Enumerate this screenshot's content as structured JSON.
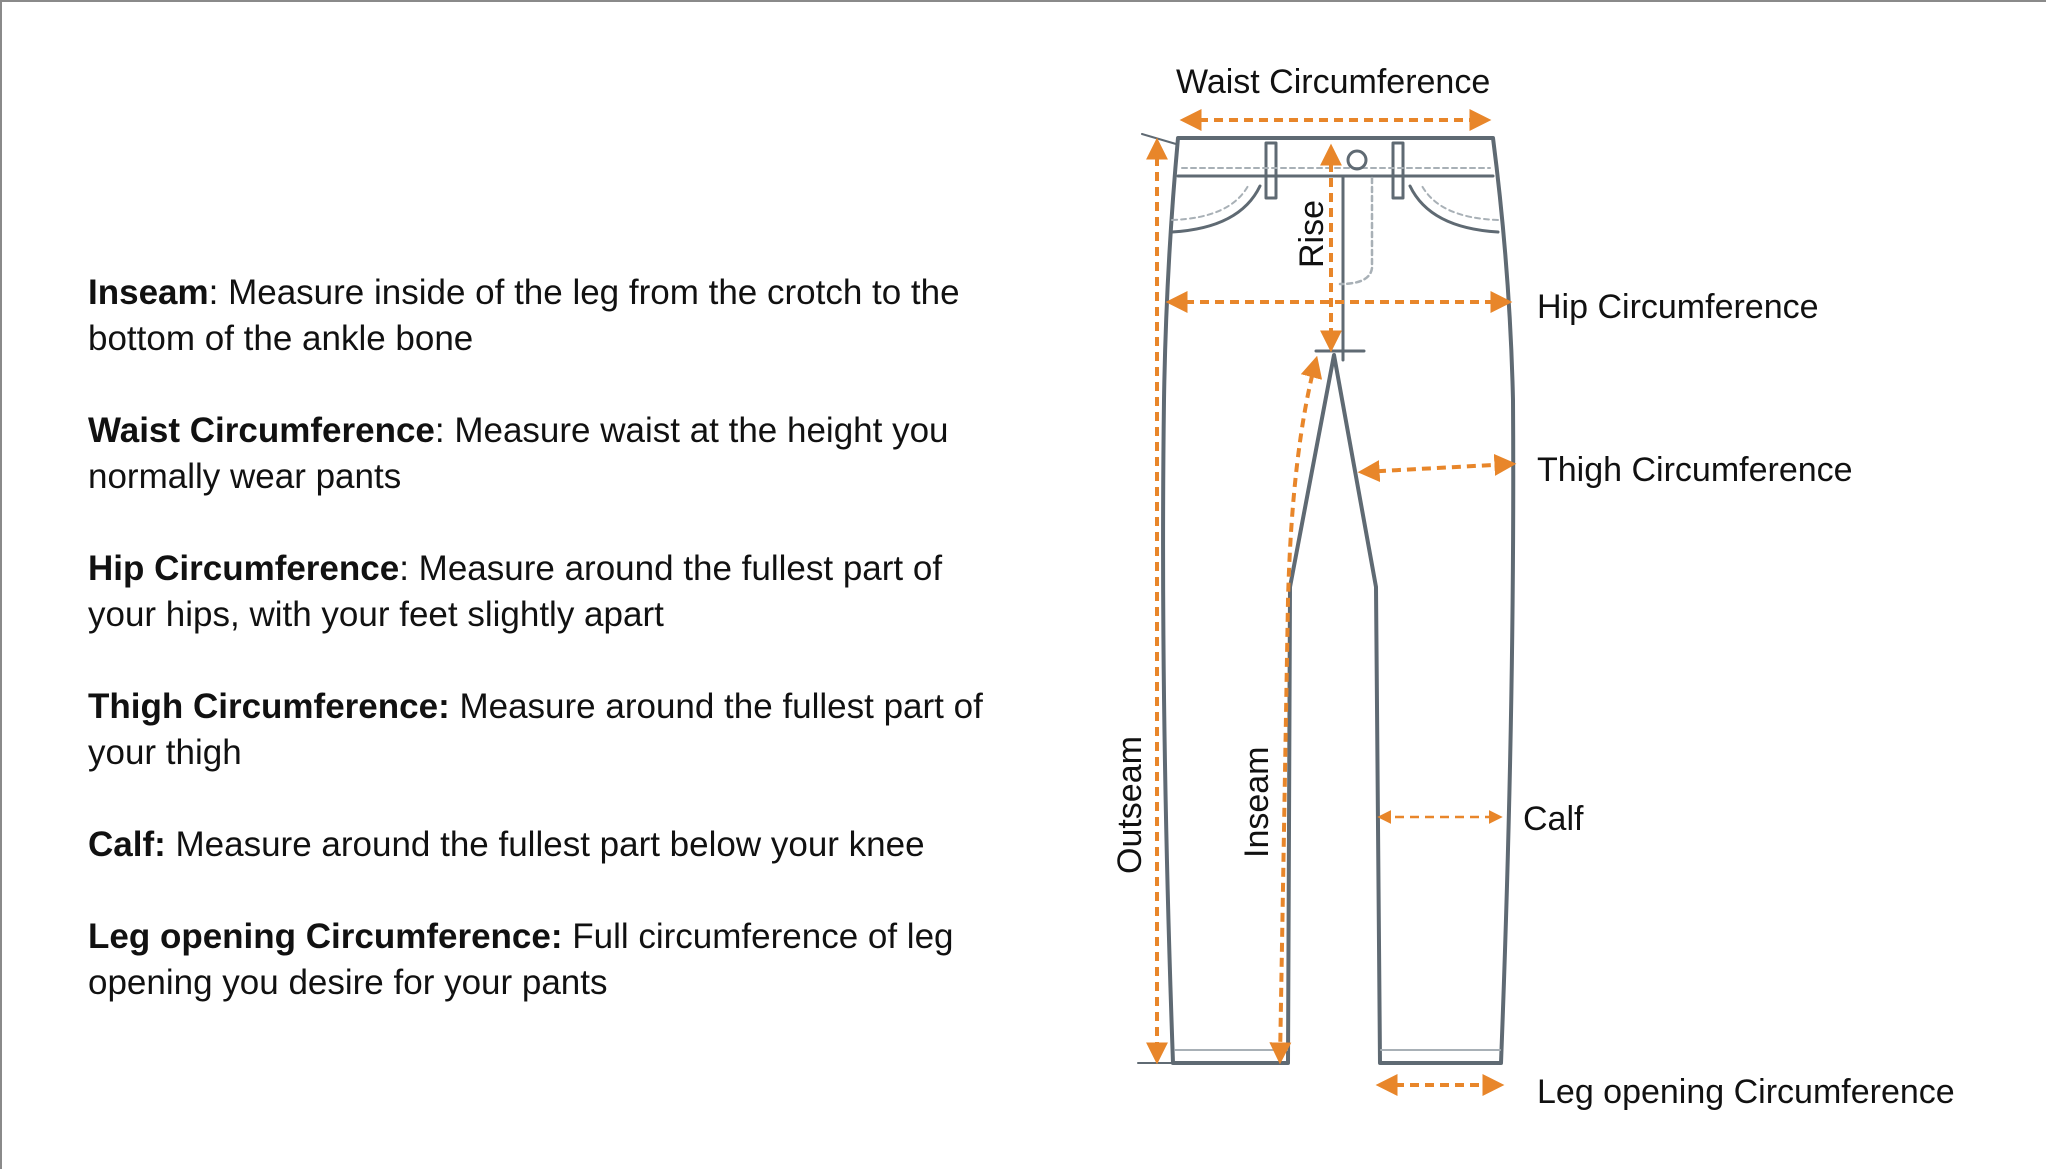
{
  "definitions": [
    {
      "term": "Inseam",
      "sep": ":",
      "text": " Measure inside of the leg from the crotch to the bottom of the ankle bone"
    },
    {
      "term": "Waist Circumference",
      "sep": ":",
      "text": " Measure waist at the height you normally wear pants"
    },
    {
      "term": "Hip Circumference",
      "sep": ":",
      "text": " Measure around the fullest part of your hips, with your feet slightly apart"
    },
    {
      "term": "Thigh Circumference:",
      "sep": "",
      "text": " Measure around the fullest part of your thigh"
    },
    {
      "term": "Calf:",
      "sep": "",
      "text": " Measure around the fullest part below your knee"
    },
    {
      "term": "Leg opening Circumference:",
      "sep": "",
      "text": " Full circumference of leg opening you desire for your pants"
    }
  ],
  "diagram": {
    "labels": {
      "waist": "Waist Circumference",
      "hip": "Hip Circumference",
      "thigh": "Thigh Circumference",
      "calf": "Calf",
      "leg_opening": "Leg opening Circumference",
      "rise": "Rise",
      "outseam": "Outseam",
      "inseam": "Inseam"
    },
    "colors": {
      "arrow": "#e8862a",
      "outline": "#5f6a73",
      "stitch": "#a8b0b6"
    }
  }
}
